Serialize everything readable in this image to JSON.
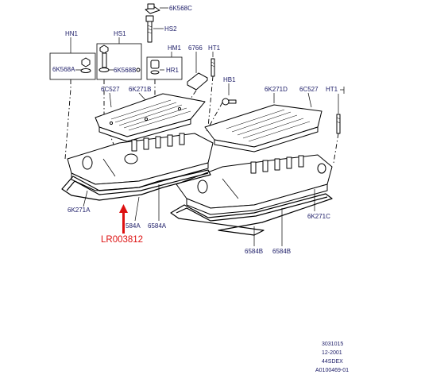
{
  "labels": {
    "k6K568C": "6K568C",
    "hs2": "HS2",
    "hn1": "HN1",
    "hs1": "HS1",
    "k6K568A": "6K568A",
    "k6K568B": "6K568B",
    "hm1": "HM1",
    "hr1": "HR1",
    "k6766": "6766",
    "ht1a": "HT1",
    "ht1b": "HT1",
    "hb1": "HB1",
    "k6C527a": "6C527",
    "k6K271B": "6K271B",
    "k6K271D": "6K271D",
    "k6C527b": "6C527",
    "k6K271A": "6K271A",
    "k584A": "584A",
    "k6584A": "6584A",
    "k6K271C": "6K271C",
    "k6584B1": "6584B",
    "k6584B2": "6584B"
  },
  "annotation": {
    "part_number": "LR003812",
    "color": "#dd1111"
  },
  "footer": {
    "line1": "3031015",
    "line2": "12-2001",
    "line3": "44SDEX",
    "line4": "A0100469-01"
  }
}
